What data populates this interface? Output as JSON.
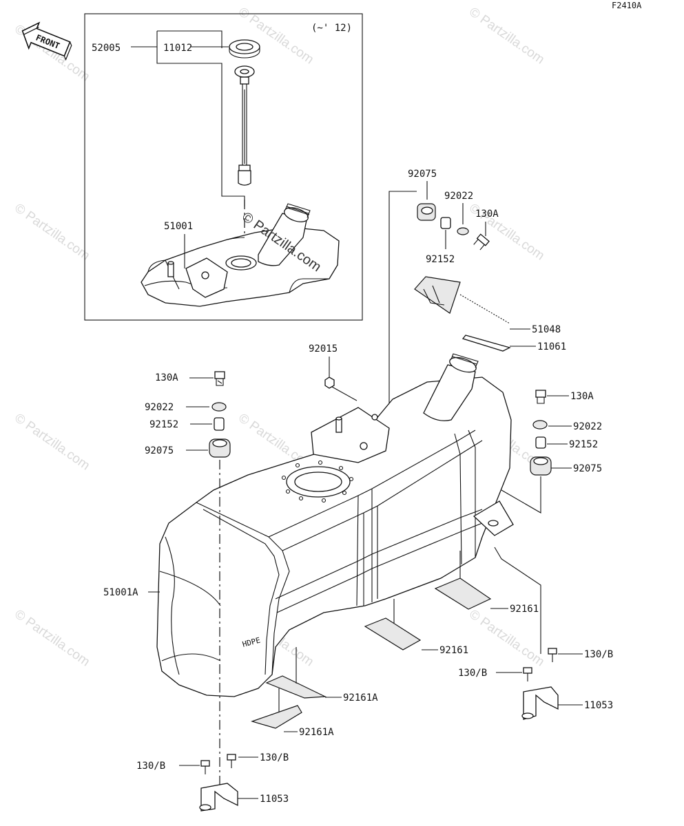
{
  "figure_code": "F2410A",
  "front_label": "FRONT",
  "inset_note": "(~' 12)",
  "watermark": "© Partzilla.com",
  "callouts": {
    "p52005": "52005",
    "p11012": "11012",
    "p51001": "51001",
    "p92075_top": "92075",
    "p92022_top": "92022",
    "p130A_top": "130A",
    "p92152_top": "92152",
    "p51048": "51048",
    "p11061": "11061",
    "p92015": "92015",
    "p130A_left": "130A",
    "p92022_left": "92022",
    "p92152_left": "92152",
    "p92075_left": "92075",
    "p130A_right": "130A",
    "p92022_right": "92022",
    "p92152_right": "92152",
    "p92075_right": "92075",
    "p51001A": "51001A",
    "p92161_a": "92161",
    "p92161_b": "92161",
    "p130B_r1": "130/B",
    "p130B_r2": "130/B",
    "p11053_right": "11053",
    "p92161A_a": "92161A",
    "p92161A_b": "92161A",
    "p130B_l1": "130/B",
    "p130B_l2": "130/B",
    "p11053_left": "11053"
  },
  "hdpe_mark": "HDPE"
}
